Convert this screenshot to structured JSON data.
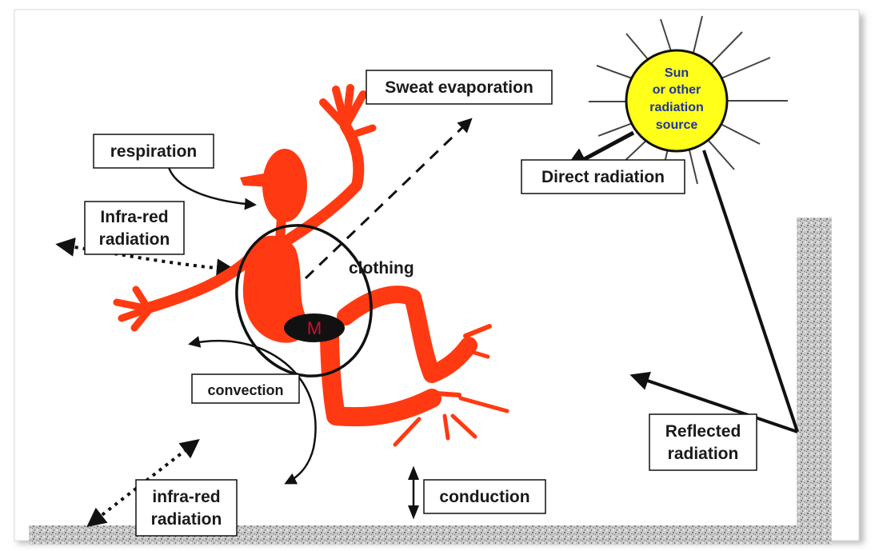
{
  "labels": {
    "sweat_evaporation": "Sweat evaporation",
    "respiration": "respiration",
    "infrared_radiation_top_line1": "Infra-red",
    "infrared_radiation_top_line2": "radiation",
    "clothing": "clothing",
    "metabolism": "M",
    "convection": "convection",
    "infrared_radiation_bottom_line1": "infra-red",
    "infrared_radiation_bottom_line2": "radiation",
    "conduction": "conduction",
    "direct_radiation": "Direct radiation",
    "reflected_radiation_line1": "Reflected",
    "reflected_radiation_line2": "radiation",
    "sun_line1": "Sun",
    "sun_line2": "or other",
    "sun_line3": "radiation",
    "sun_line4": "source"
  },
  "colors": {
    "figure": "#ff3a12",
    "sun_fill": "#ffff19",
    "sun_text": "#1d33a6",
    "ground_texture": "#9a9a9a",
    "metabolism_text": "#c8102e"
  }
}
